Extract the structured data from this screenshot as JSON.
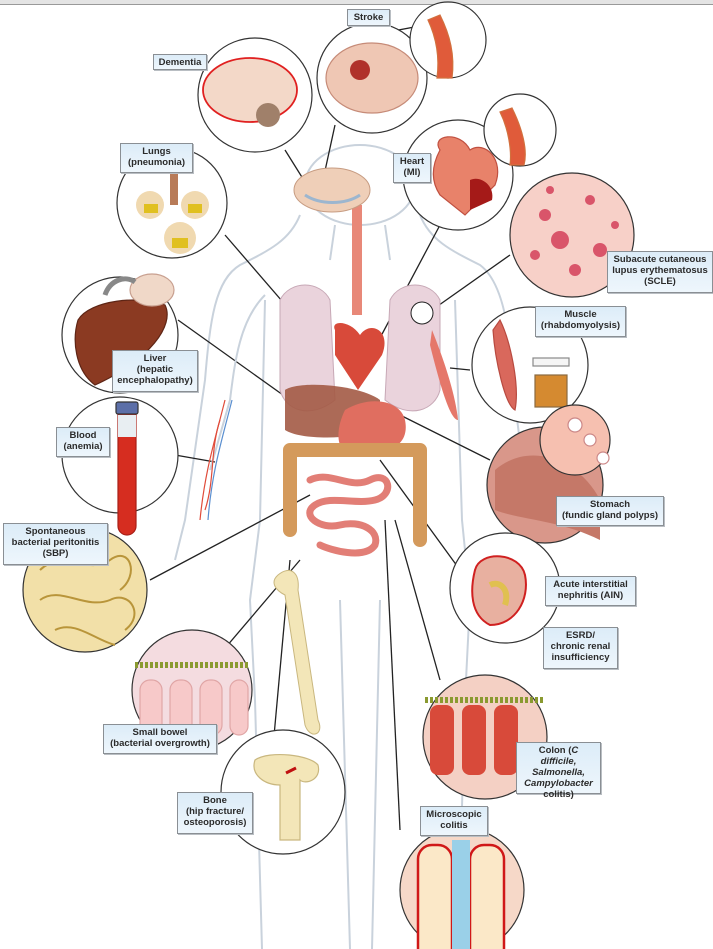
{
  "labels": {
    "stroke": "Stroke",
    "dementia": "Dementia",
    "lungs": "Lungs",
    "lungs_sub": "(pneumonia)",
    "heart": "Heart",
    "heart_sub": "(MI)",
    "scle_1": "Subacute cutaneous",
    "scle_2": "lupus erythematosus",
    "scle_3": "(SCLE)",
    "muscle": "Muscle",
    "muscle_sub": "(rhabdomyolysis)",
    "liver": "Liver",
    "liver_sub1": "(hepatic",
    "liver_sub2": "encephalopathy)",
    "blood": "Blood",
    "blood_sub": "(anemia)",
    "stomach": "Stomach",
    "stomach_sub": "(fundic gland polyps)",
    "sbp_1": "Spontaneous",
    "sbp_2": "bacterial peritonitis",
    "sbp_3": "(SBP)",
    "ain_1": "Acute interstitial",
    "ain_2": "nephritis (AIN)",
    "esrd_1": "ESRD/",
    "esrd_2": "chronic renal",
    "esrd_3": "insufficiency",
    "small_bowel": "Small bowel",
    "small_bowel_sub": "(bacterial overgrowth)",
    "colon_1": "Colon (",
    "colon_1_italic": "C difficile,",
    "colon_2_italic": "Salmonella,",
    "colon_3_italic": "Campylobacter",
    "colon_4": "colitis)",
    "bone": "Bone",
    "bone_sub1": "(hip fracture/",
    "bone_sub2": "osteoporosis)",
    "microscopic_1": "Microscopic",
    "microscopic_2": "colitis"
  },
  "colors": {
    "label_bg": "#dcecf8",
    "blood_red": "#d62d20",
    "tissue_pink": "#e8877b",
    "bowel_yellow": "#e9c46a",
    "liver_brown": "#8b3a22"
  }
}
